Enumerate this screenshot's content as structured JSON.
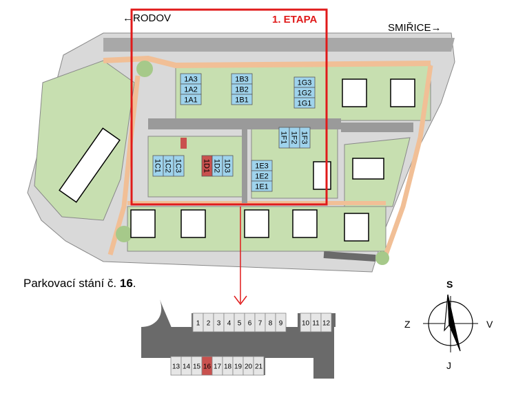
{
  "roads": {
    "west_label": "RODOV",
    "east_label": "SMIŘICE"
  },
  "stage": {
    "label": "1. ETAPA"
  },
  "caption": {
    "prefix": "Parkovací stání č.",
    "number": "16",
    "suffix": "."
  },
  "buildings": [
    {
      "group": "1A",
      "units": [
        "1A3",
        "1A2",
        "1A1"
      ]
    },
    {
      "group": "1B",
      "units": [
        "1B3",
        "1B2",
        "1B1"
      ]
    },
    {
      "group": "1G",
      "units": [
        "1G3",
        "1G2",
        "1G1"
      ]
    },
    {
      "group": "1F",
      "units": [
        "1F1",
        "1F2",
        "1F3"
      ]
    },
    {
      "group": "1C",
      "units": [
        "1C1",
        "1C2",
        "1C3"
      ]
    },
    {
      "group": "1D",
      "units": [
        "1D1",
        "1D2",
        "1D3"
      ],
      "highlighted": "1D1"
    },
    {
      "group": "1E",
      "units": [
        "1E3",
        "1E2",
        "1E1"
      ]
    }
  ],
  "parking": {
    "top_row": [
      "1",
      "2",
      "3",
      "4",
      "5",
      "6",
      "7",
      "8",
      "9"
    ],
    "top_right": [
      "10",
      "11",
      "12"
    ],
    "bottom_row": [
      "13",
      "14",
      "15",
      "16",
      "17",
      "18",
      "19",
      "20",
      "21"
    ],
    "selected": "16"
  },
  "compass": {
    "north": "S",
    "south": "J",
    "west": "Z",
    "east": "V"
  },
  "colors": {
    "highlight_red": "#e01a1a",
    "selected_space": "#c9514e",
    "building_blue": "#9fd3ec",
    "garden_green": "#c7dfb0",
    "path_orange": "#f1bf96",
    "parking_gray": "#9a9a9a"
  }
}
